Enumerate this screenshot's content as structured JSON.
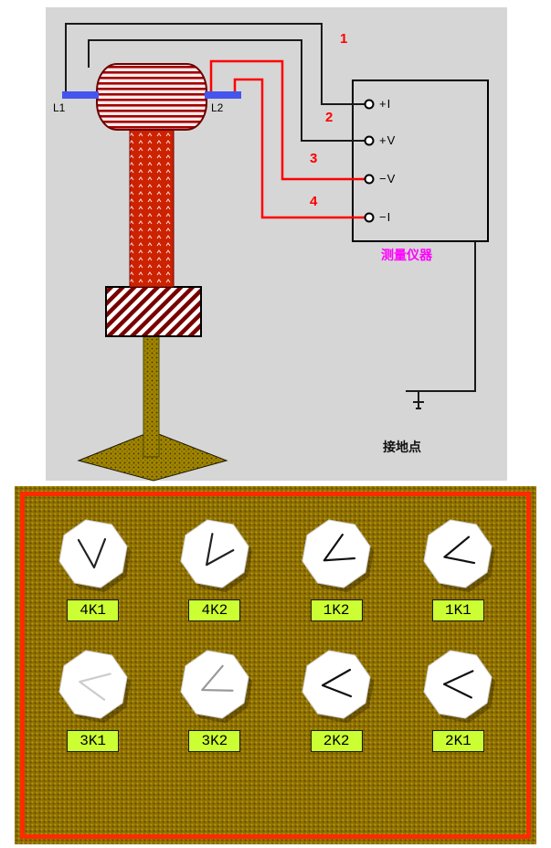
{
  "diagram": {
    "coil": {
      "left_label": "L1",
      "right_label": "L2"
    },
    "wire_numbers": [
      "1",
      "2",
      "3",
      "4"
    ],
    "instrument": {
      "label": "测量仪器",
      "terminals": [
        "+I",
        "+V",
        "−V",
        "−I"
      ]
    },
    "ground_label": "接地点"
  },
  "panel": {
    "knobs": [
      {
        "label": "4K1",
        "angle": 270,
        "mark_color": "#222222"
      },
      {
        "label": "4K2",
        "angle": 310,
        "mark_color": "#222222"
      },
      {
        "label": "1K2",
        "angle": 335,
        "mark_color": "#111111"
      },
      {
        "label": "1K1",
        "angle": 350,
        "mark_color": "#111111"
      },
      {
        "label": "3K1",
        "angle": 15,
        "mark_color": "#cccccc"
      },
      {
        "label": "3K2",
        "angle": 340,
        "mark_color": "#999999"
      },
      {
        "label": "2K2",
        "angle": 0,
        "mark_color": "#111111"
      },
      {
        "label": "2K1",
        "angle": 5,
        "mark_color": "#111111"
      }
    ]
  },
  "colors": {
    "diagram_bg": "#d6d6d6",
    "wire_black": "#1a1a1a",
    "wire_red": "#ff0000",
    "terminal_blue": "#4455ee",
    "instrument_label": "#ff00ff",
    "panel_bg": "#8f7000",
    "panel_border": "#ff2b00",
    "knob_label_bg": "#ccff33"
  }
}
